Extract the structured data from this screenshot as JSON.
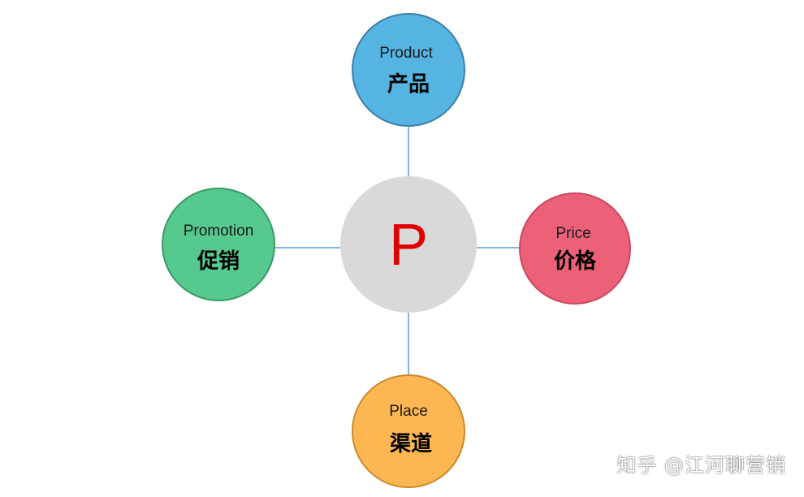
{
  "center": {
    "label": "P",
    "fill": "#d9d9d9",
    "text_color": "#e00000"
  },
  "connector_color": "#5b9bd5",
  "nodes": {
    "product": {
      "en": "Product",
      "zh": "产品",
      "fill": "#56b4e3",
      "stroke": "#3d7fa8"
    },
    "price": {
      "en": "Price",
      "zh": "价格",
      "fill": "#ec6078",
      "stroke": "#c94860"
    },
    "place": {
      "en": "Place",
      "zh": "渠道",
      "fill": "#fdb752",
      "stroke": "#c98a2f"
    },
    "promotion": {
      "en": "Promotion",
      "zh": "促销",
      "fill": "#55c98e",
      "stroke": "#3a9a68"
    }
  },
  "watermark": "知乎 @江河聊营销"
}
